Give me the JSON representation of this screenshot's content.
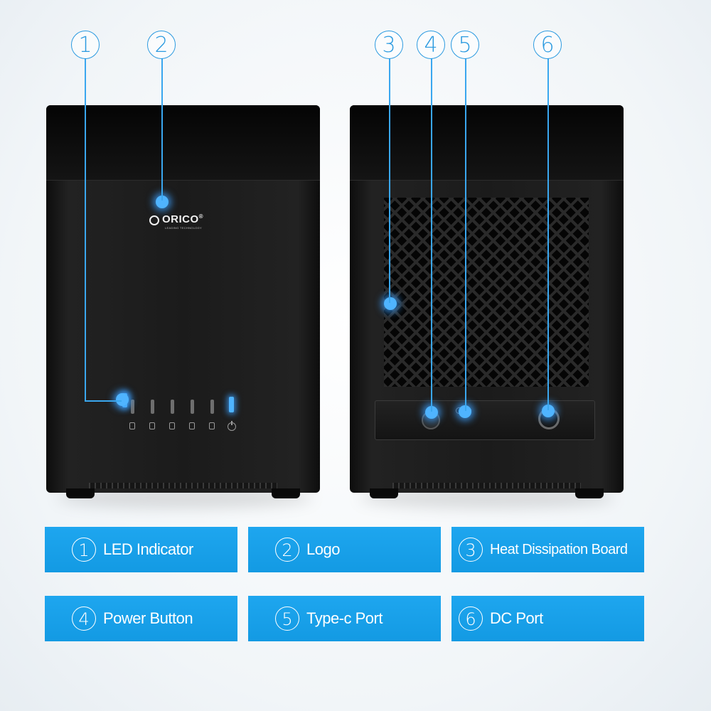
{
  "callouts": [
    "1",
    "2",
    "3",
    "4",
    "5",
    "6"
  ],
  "logo": {
    "text": "ORICO",
    "mark": "®",
    "tagline": "LEADING TECHNOLOGY"
  },
  "legend": [
    {
      "num": "1",
      "label": "LED Indicator"
    },
    {
      "num": "2",
      "label": "Logo"
    },
    {
      "num": "3",
      "label": "Heat Dissipation Board"
    },
    {
      "num": "4",
      "label": "Power Button"
    },
    {
      "num": "5",
      "label": "Type-c Port"
    },
    {
      "num": "6",
      "label": "DC Port"
    }
  ],
  "colors": {
    "accent": "#1ea6ef",
    "device": "#1b1b1b",
    "glow": "#4fb4ff"
  },
  "icons": [
    "drive-icon",
    "power-icon",
    "type-c-port-icon",
    "dc-port-icon"
  ]
}
